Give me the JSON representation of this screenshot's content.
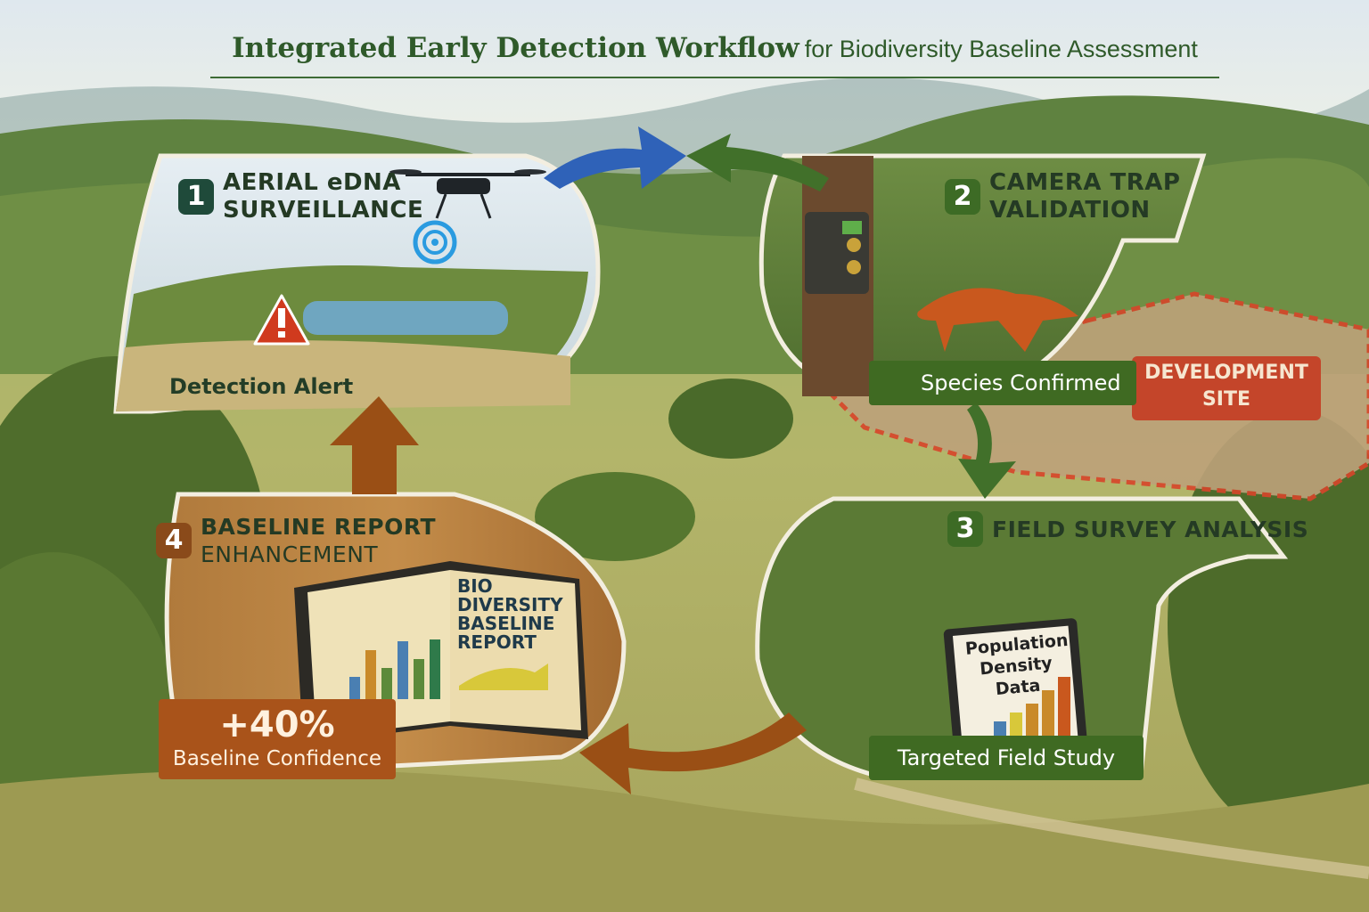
{
  "title": {
    "main": "Integrated Early Detection Workflow",
    "sub": "for Biodiversity Baseline Assessment"
  },
  "steps": [
    {
      "number": "1",
      "title_line1": "AERIAL eDNA",
      "title_line2": "SURVEILLANCE",
      "caption": "Detection Alert"
    },
    {
      "number": "2",
      "title_line1": "CAMERA TRAP",
      "title_line2": "VALIDATION",
      "caption": "Species Confirmed"
    },
    {
      "number": "3",
      "title_line1": "FIELD SURVEY ANALYSIS",
      "caption": "Targeted Field Study"
    },
    {
      "number": "4",
      "title_line1": "BASELINE REPORT",
      "title_line2": "ENHANCEMENT"
    }
  ],
  "development_site": {
    "line1": "DEVELOPMENT",
    "line2": "SITE"
  },
  "report_book": {
    "line1": "BIO",
    "line2": "DIVERSITY",
    "line3": "BASELINE",
    "line4": "REPORT"
  },
  "clipboard": {
    "line1": "Population",
    "line2": "Density",
    "line3": "Data"
  },
  "metric": {
    "value": "+40%",
    "label": "Baseline Confidence"
  },
  "colors": {
    "step1": "#1f4a3a",
    "step2": "#3d6b25",
    "step3": "#3d6b25",
    "step4": "#8a4a1a",
    "arrow_blue": "#2f62b8",
    "arrow_green": "#41702a",
    "arrow_brown": "#9a4f15",
    "alert": "#d03a1e",
    "site": "#c4452a"
  },
  "icons": [
    "drone-icon",
    "signal-icon",
    "alert-icon",
    "camera-trap-icon",
    "fox-icon",
    "check-icon",
    "clipboard-icon",
    "report-book-icon"
  ]
}
